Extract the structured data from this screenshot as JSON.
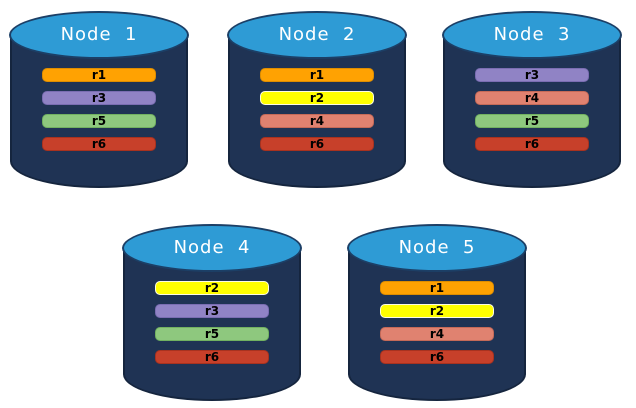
{
  "diagram": {
    "colors": {
      "cylinder_body_fill": "#1F3354",
      "cylinder_body_border": "#15253E",
      "cylinder_top_fill": "#2E9BD5",
      "cylinder_top_border": "#1C3F66",
      "node_label_color": "#FFFFFF",
      "bar_text_color": "#000000"
    },
    "nodes": [
      {
        "label": "Node  1",
        "replicas": [
          {
            "label": "r1",
            "fill": "#FFA202",
            "border": "#DE8D00"
          },
          {
            "label": "r3",
            "fill": "#9083C5",
            "border": "#7A6DB2"
          },
          {
            "label": "r5",
            "fill": "#8EC87E",
            "border": "#72B161"
          },
          {
            "label": "r6",
            "fill": "#C7402A",
            "border": "#A8321F"
          }
        ]
      },
      {
        "label": "Node  2",
        "replicas": [
          {
            "label": "r1",
            "fill": "#FFA202",
            "border": "#DE8D00"
          },
          {
            "label": "r2",
            "fill": "#FFFF00",
            "border": "#FBFBE4"
          },
          {
            "label": "r4",
            "fill": "#E08270",
            "border": "#C56A58"
          },
          {
            "label": "r6",
            "fill": "#C7402A",
            "border": "#A8321F"
          }
        ]
      },
      {
        "label": "Node  3",
        "replicas": [
          {
            "label": "r3",
            "fill": "#9083C5",
            "border": "#7A6DB2"
          },
          {
            "label": "r4",
            "fill": "#E08270",
            "border": "#C56A58"
          },
          {
            "label": "r5",
            "fill": "#8EC87E",
            "border": "#72B161"
          },
          {
            "label": "r6",
            "fill": "#C7402A",
            "border": "#A8321F"
          }
        ]
      },
      {
        "label": "Node  4",
        "replicas": [
          {
            "label": "r2",
            "fill": "#FFFF00",
            "border": "#FBFBE4"
          },
          {
            "label": "r3",
            "fill": "#9083C5",
            "border": "#7A6DB2"
          },
          {
            "label": "r5",
            "fill": "#8EC87E",
            "border": "#72B161"
          },
          {
            "label": "r6",
            "fill": "#C7402A",
            "border": "#A8321F"
          }
        ]
      },
      {
        "label": "Node  5",
        "replicas": [
          {
            "label": "r1",
            "fill": "#FFA202",
            "border": "#DE8D00"
          },
          {
            "label": "r2",
            "fill": "#FFFF00",
            "border": "#FBFBE4"
          },
          {
            "label": "r4",
            "fill": "#E08270",
            "border": "#C56A58"
          },
          {
            "label": "r6",
            "fill": "#C7402A",
            "border": "#A8321F"
          }
        ]
      }
    ]
  }
}
